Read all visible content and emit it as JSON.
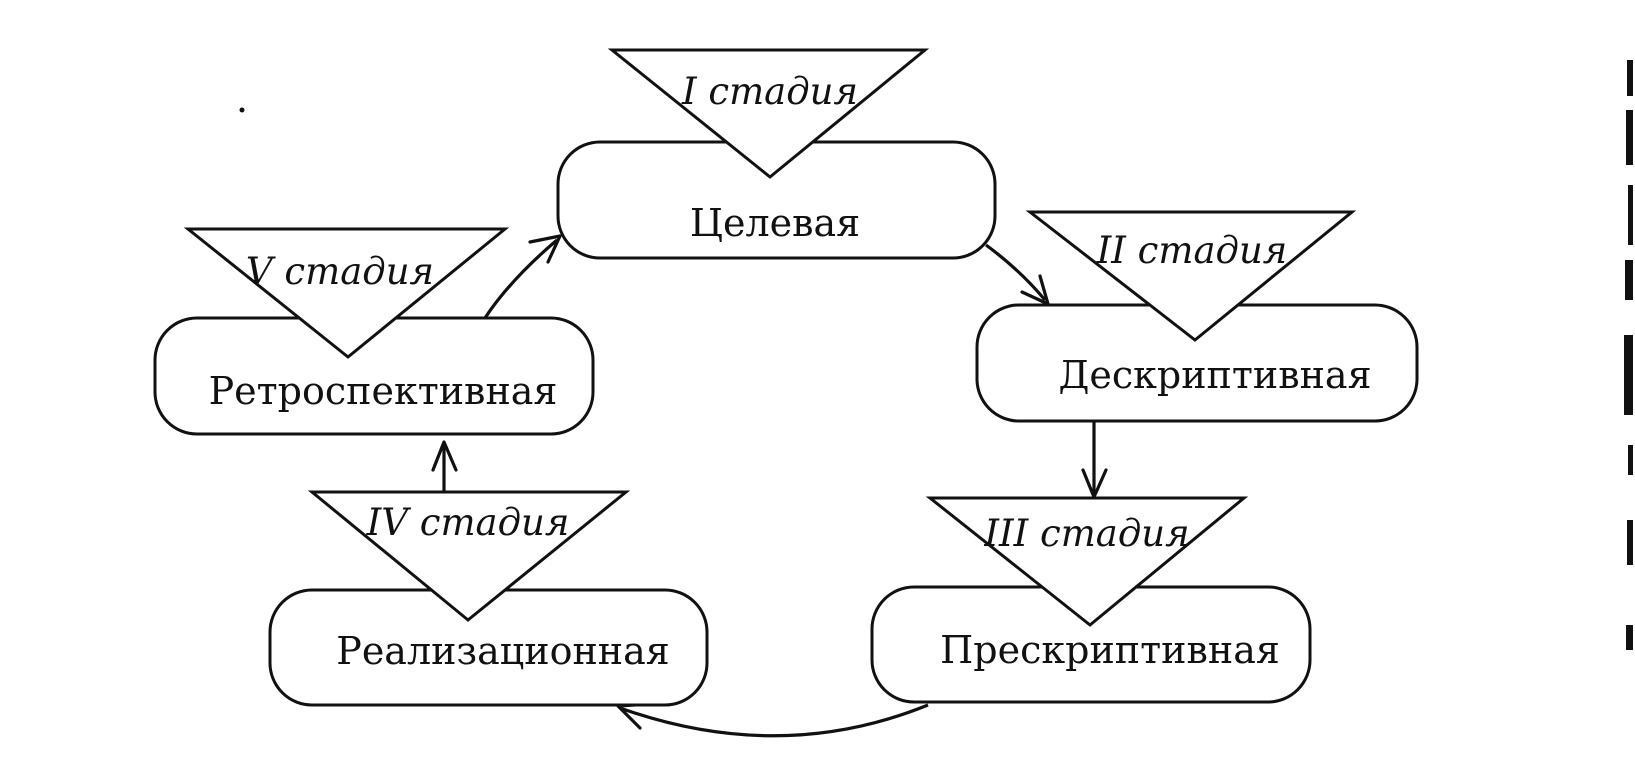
{
  "diagram": {
    "nodes": {
      "target": {
        "label": "Целевая",
        "stage": "I стадия"
      },
      "descriptive": {
        "label": "Дескриптивная",
        "stage": "II стадия"
      },
      "prescriptive": {
        "label": "Прескриптивная",
        "stage": "III стадия"
      },
      "realization": {
        "label": "Реализационная",
        "stage": "IV стадия"
      },
      "retrospective": {
        "label": "Ретроспективная",
        "stage": "V стадия"
      }
    },
    "edges": [
      {
        "from": "target",
        "to": "descriptive"
      },
      {
        "from": "descriptive",
        "to": "prescriptive"
      },
      {
        "from": "prescriptive",
        "to": "realization"
      },
      {
        "from": "realization",
        "to": "retrospective"
      },
      {
        "from": "retrospective",
        "to": "target"
      }
    ],
    "colors": {
      "stroke": "#111111",
      "background": "#ffffff"
    }
  }
}
